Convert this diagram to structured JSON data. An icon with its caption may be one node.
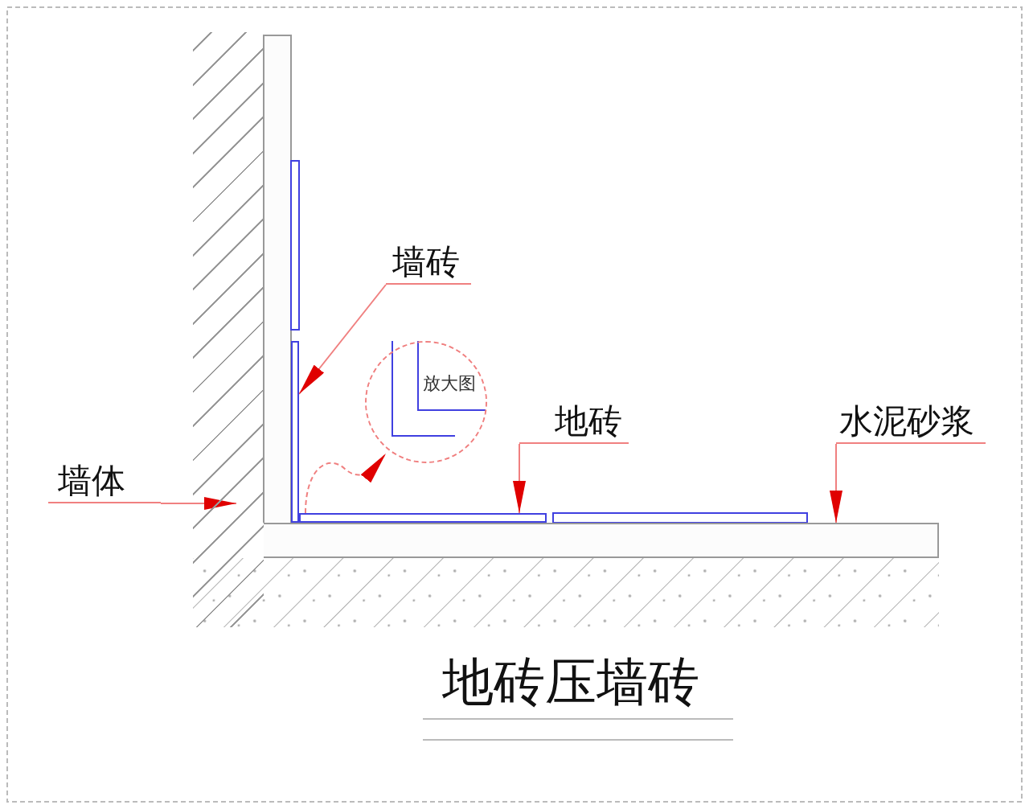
{
  "diagram": {
    "title": "地砖压墙砖",
    "nodes": [
      {
        "text": [
          "墙砖"
        ]
      },
      {
        "text": [],
        "shape": "bar"
      },
      {
        "text": [
          "地砖"
        ]
      },
      {
        "text": [],
        "shape": "bar"
      },
      {
        "text": [
          "水泥砂浆"
        ]
      },
      {
        "text": [],
        "shape": "bar"
      },
      {
        "text": [
          "墙体"
        ]
      },
      {
        "text": [],
        "shape": "box"
      },
      {
        "text": [
          "放大图"
        ]
      }
    ],
    "edges": [
      {
        "from": 0,
        "to": 1,
        "arrow": "to"
      },
      {
        "from": 2,
        "to": 3,
        "arrow": "to"
      },
      {
        "from": 4,
        "to": 5,
        "arrow": "to"
      },
      {
        "from": 6,
        "to": 7,
        "arrow": "to"
      },
      {
        "from": 3,
        "to": 8,
        "arrow": "to",
        "style": "dashed"
      }
    ]
  }
}
